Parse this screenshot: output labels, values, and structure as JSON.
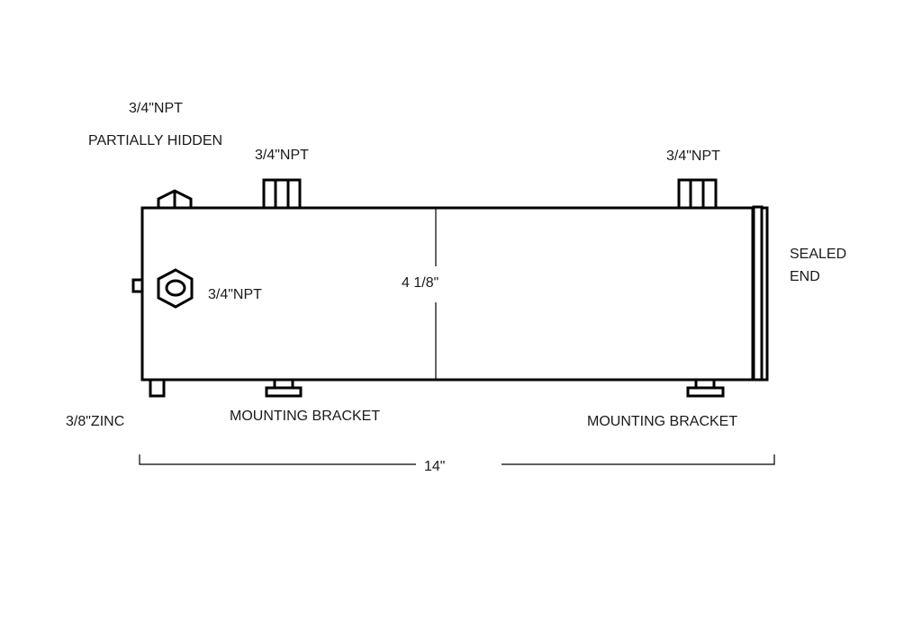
{
  "labels": {
    "hidden_port_size": "3/4\"NPT",
    "hidden_port_note": "PARTIALLY HIDDEN",
    "top_left_port": "3/4\"NPT",
    "top_right_port": "3/4\"NPT",
    "side_port": "3/4\"NPT",
    "height_dimension": "4 1/8\"",
    "sealed_end_line1": "SEALED",
    "sealed_end_line2": "END",
    "zinc": "3/8\"ZINC",
    "left_bracket": "MOUNTING BRACKET",
    "right_bracket": "MOUNTING BRACKET",
    "length_dimension": "14\""
  }
}
